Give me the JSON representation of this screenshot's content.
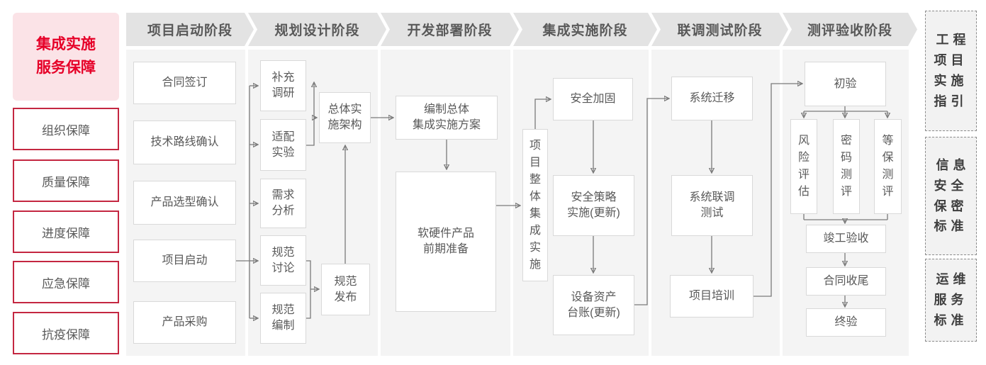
{
  "colors": {
    "accent_red": "#e60028",
    "pink_background": "#fbe3e7",
    "red_border": "#c42741",
    "phase_header_gray": "#e3e3e3",
    "panel_gray": "#f4f4f4",
    "box_border_gray": "#d9d9d9",
    "text_gray": "#595959",
    "connector_gray": "#7a7a7a"
  },
  "left_rail": {
    "header": "集成实施\n服务保障",
    "items": [
      "组织保障",
      "质量保障",
      "进度保障",
      "应急保障",
      "抗疫保障"
    ]
  },
  "phases": [
    {
      "label": "项目启动阶段",
      "boxes": {
        "contract_signing": "合同签订",
        "tech_route_confirm": "技术路线确认",
        "product_selection_confirm": "产品选型确认",
        "project_kickoff": "项目启动",
        "product_procurement": "产品采购"
      }
    },
    {
      "label": "规划设计阶段",
      "boxes": {
        "supplementary_research": "补充\n调研",
        "adaptation_test": "适配\n实验",
        "requirement_analysis": "需求\n分析",
        "spec_discussion": "规范\n讨论",
        "spec_compilation": "规范\n编制",
        "overall_impl_architecture": "总体实\n施架构",
        "spec_release": "规范\n发布"
      }
    },
    {
      "label": "开发部署阶段",
      "boxes": {
        "overall_plan": "编制总体\n集成实施方案",
        "hw_sw_preparation": "软硬件产品\n前期准备"
      }
    },
    {
      "label": "集成实施阶段",
      "boxes": {
        "overall_integration": "项目整体集成实施",
        "security_hardening": "安全加固",
        "security_policy": "安全策略\n实施(更新)",
        "asset_ledger": "设备资产\n台账(更新)"
      }
    },
    {
      "label": "联调测试阶段",
      "boxes": {
        "system_migration": "系统迁移",
        "joint_debug_test": "系统联调\n测试",
        "project_training": "项目培训"
      }
    },
    {
      "label": "测评验收阶段",
      "boxes": {
        "initial_acceptance": "初验",
        "risk_assessment": "风险评估",
        "crypto_evaluation": "密码测评",
        "mlps_evaluation": "等保测评",
        "completion_acceptance": "竣工验收",
        "contract_closure": "合同收尾",
        "final_acceptance": "终验"
      }
    }
  ],
  "right_rail": {
    "items": [
      "工程\n项目\n实施\n指引",
      "信息\n安全\n保密\n标准",
      "运维\n服务\n标准"
    ]
  }
}
